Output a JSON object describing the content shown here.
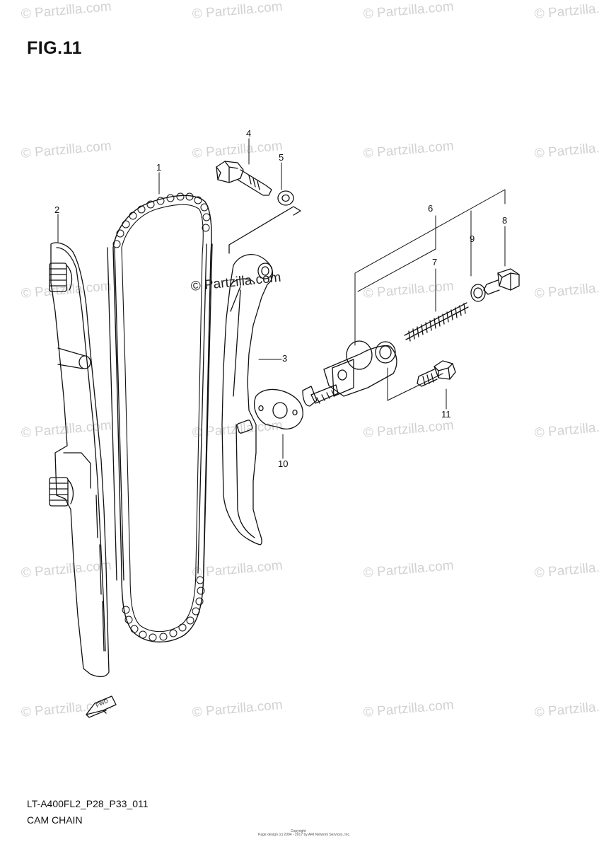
{
  "figure": {
    "title": "FIG.11",
    "model_code": "LT-A400FL2_P28_P33_011",
    "caption": "CAM CHAIN"
  },
  "callouts": [
    {
      "id": "c1",
      "number": "1"
    },
    {
      "id": "c2",
      "number": "2"
    },
    {
      "id": "c3",
      "number": "3"
    },
    {
      "id": "c4",
      "number": "4"
    },
    {
      "id": "c5",
      "number": "5"
    },
    {
      "id": "c6",
      "number": "6"
    },
    {
      "id": "c7",
      "number": "7"
    },
    {
      "id": "c8",
      "number": "8"
    },
    {
      "id": "c9",
      "number": "9"
    },
    {
      "id": "c10",
      "number": "10"
    },
    {
      "id": "c11",
      "number": "11"
    }
  ],
  "forward_marker": {
    "label": "FWD"
  },
  "watermark": {
    "text": "© Partzilla.com",
    "main_text": "© Partzilla.com",
    "color": "#d2d2d2"
  },
  "copyright": {
    "line1": "Copyright",
    "line2": "Page design (c) 2004 - 2017 by ARI Network Services, Inc."
  }
}
